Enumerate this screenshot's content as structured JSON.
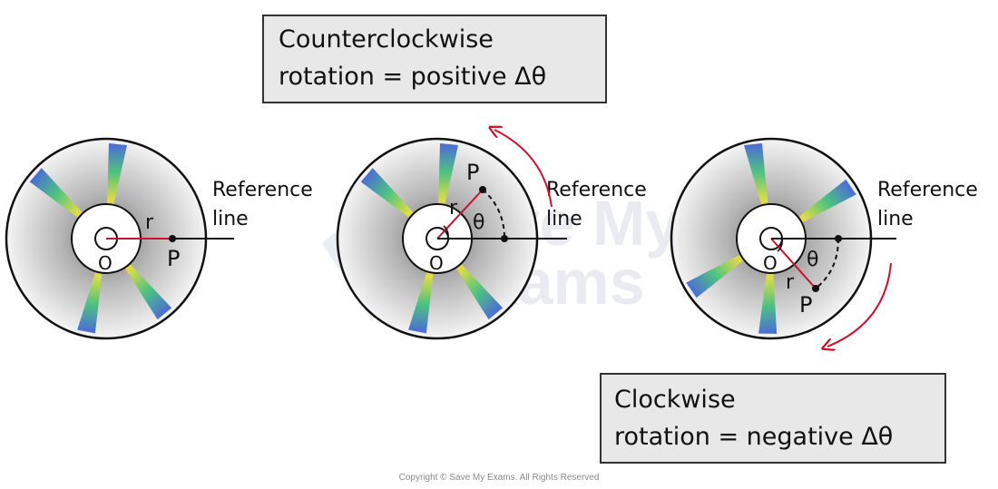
{
  "top_box": {
    "line1": "Counterclockwise",
    "line2": "rotation = positive Δθ"
  },
  "bottom_box": {
    "line1": "Clockwise",
    "line2": "rotation = negative Δθ"
  },
  "disc_left": {
    "reference_label_1": "Reference",
    "reference_label_2": "line",
    "radius_label": "r",
    "point_label": "P",
    "center_label": "O"
  },
  "disc_middle": {
    "reference_label_1": "Reference",
    "reference_label_2": "line",
    "radius_label": "r",
    "point_label": "P",
    "center_label": "O",
    "angle_label": "θ"
  },
  "disc_right": {
    "reference_label_1": "Reference",
    "reference_label_2": "line",
    "radius_label": "r",
    "point_label": "P",
    "center_label": "O",
    "angle_label": "θ"
  },
  "watermark": {
    "line1": "Save My",
    "line2": "Exams"
  },
  "copyright": "Copyright © Save My Exams. All Rights Reserved",
  "colors": {
    "radius_line": "#c8102e",
    "rotation_arrow": "#d0102a",
    "box_fill": "#e8e8e8"
  }
}
